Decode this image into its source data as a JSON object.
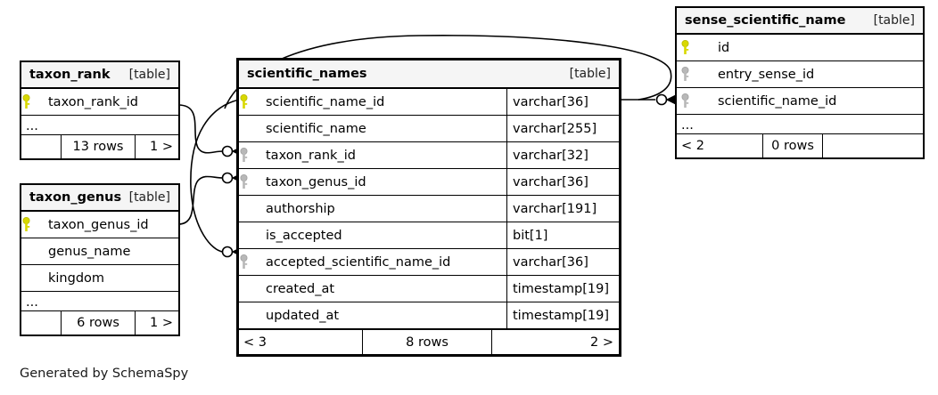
{
  "diagram": {
    "credit": "Generated by SchemaSpy",
    "table_tag": "[table]",
    "ellipsis": "...",
    "colors": {
      "primary_key": "#d8d800",
      "foreign_key": "#b0b0b0",
      "border": "#000000",
      "title_background": "#f5f5f5",
      "page_background": "#ffffff"
    }
  },
  "tables": {
    "taxon_rank": {
      "name": "taxon_rank",
      "tag": "[table]",
      "columns": [
        {
          "key": "primary",
          "name": "taxon_rank_id",
          "type": ""
        }
      ],
      "ellipsis": "...",
      "footer": {
        "left": "",
        "middle": "13 rows",
        "right": "1 >"
      }
    },
    "taxon_genus": {
      "name": "taxon_genus",
      "tag": "[table]",
      "columns": [
        {
          "key": "primary",
          "name": "taxon_genus_id",
          "type": ""
        },
        {
          "key": "none",
          "name": "genus_name",
          "type": ""
        },
        {
          "key": "none",
          "name": "kingdom",
          "type": ""
        }
      ],
      "ellipsis": "...",
      "footer": {
        "left": "",
        "middle": "6 rows",
        "right": "1 >"
      }
    },
    "scientific_names": {
      "name": "scientific_names",
      "tag": "[table]",
      "columns": [
        {
          "key": "primary",
          "name": "scientific_name_id",
          "type": "varchar[36]"
        },
        {
          "key": "none",
          "name": "scientific_name",
          "type": "varchar[255]"
        },
        {
          "key": "foreign",
          "name": "taxon_rank_id",
          "type": "varchar[32]"
        },
        {
          "key": "foreign",
          "name": "taxon_genus_id",
          "type": "varchar[36]"
        },
        {
          "key": "none",
          "name": "authorship",
          "type": "varchar[191]"
        },
        {
          "key": "none",
          "name": "is_accepted",
          "type": "bit[1]"
        },
        {
          "key": "foreign",
          "name": "accepted_scientific_name_id",
          "type": "varchar[36]"
        },
        {
          "key": "none",
          "name": "created_at",
          "type": "timestamp[19]"
        },
        {
          "key": "none",
          "name": "updated_at",
          "type": "timestamp[19]"
        }
      ],
      "footer": {
        "left": "< 3",
        "middle": "8 rows",
        "right": "2 >"
      }
    },
    "sense_scientific_name": {
      "name": "sense_scientific_name",
      "tag": "[table]",
      "columns": [
        {
          "key": "primary",
          "name": "id",
          "type": ""
        },
        {
          "key": "foreign",
          "name": "entry_sense_id",
          "type": ""
        },
        {
          "key": "foreign",
          "name": "scientific_name_id",
          "type": ""
        }
      ],
      "ellipsis": "...",
      "footer": {
        "left": "< 2",
        "middle": "0 rows",
        "right": ""
      }
    }
  },
  "relationships": [
    {
      "from": "taxon_rank.taxon_rank_id",
      "to": "scientific_names.taxon_rank_id"
    },
    {
      "from": "taxon_genus.taxon_genus_id",
      "to": "scientific_names.taxon_genus_id"
    },
    {
      "from": "scientific_names.scientific_name_id",
      "to": "scientific_names.accepted_scientific_name_id"
    },
    {
      "from": "scientific_names.scientific_name_id",
      "to": "sense_scientific_name.scientific_name_id"
    }
  ]
}
